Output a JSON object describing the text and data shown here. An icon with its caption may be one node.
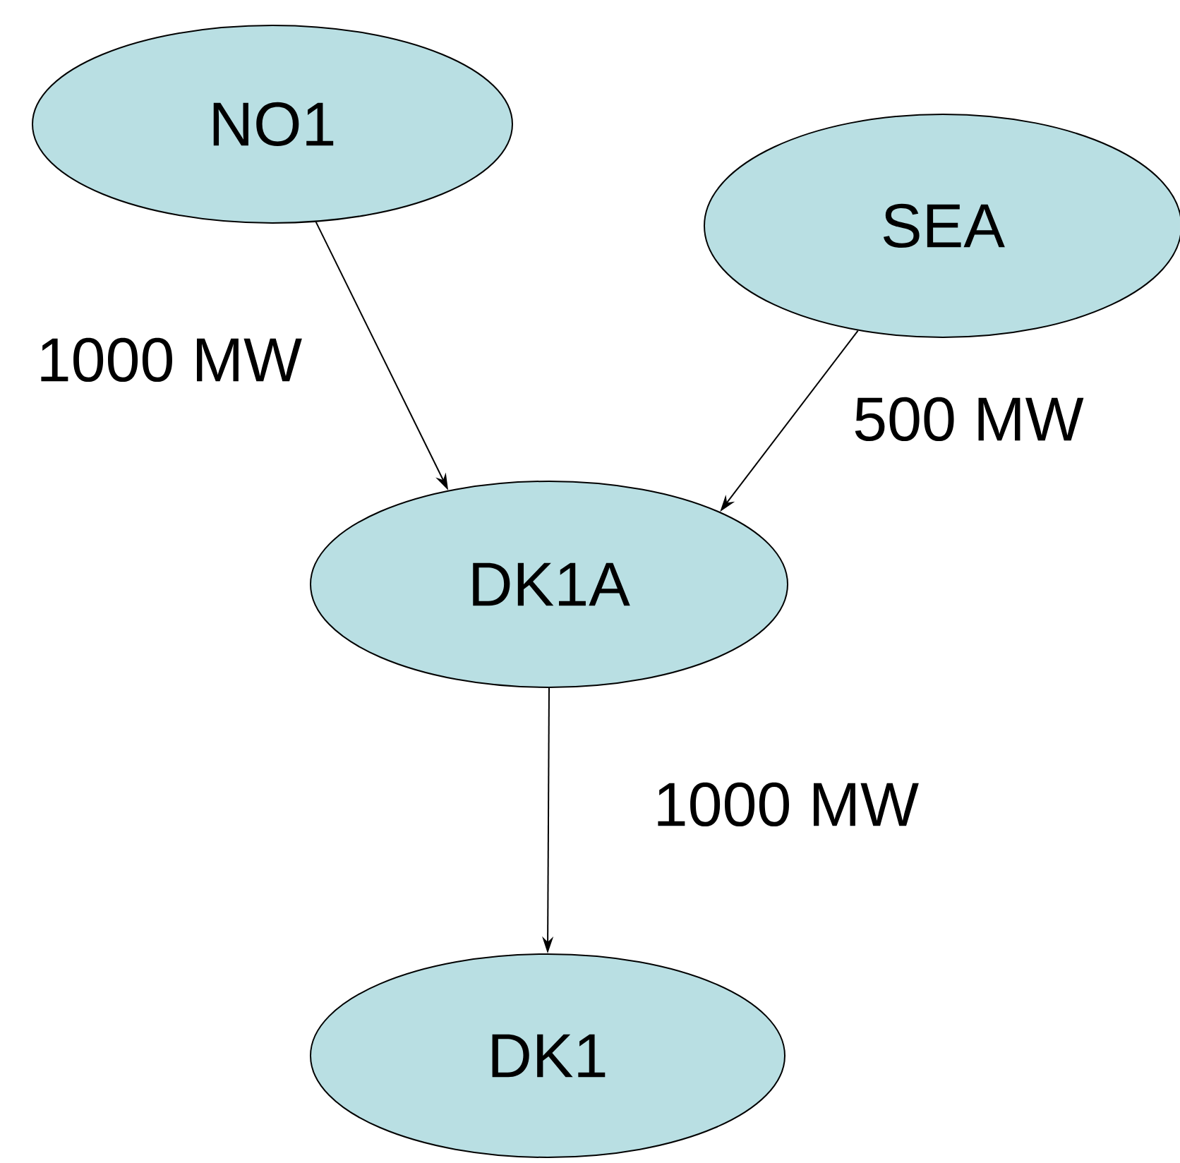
{
  "diagram": {
    "nodes": [
      {
        "text": [
          "NO1"
        ]
      },
      {
        "text": [
          "SEA"
        ]
      },
      {
        "text": [
          "DK1A"
        ]
      },
      {
        "text": [
          "DK1"
        ]
      }
    ],
    "edges": [
      {
        "from": 0,
        "to": 2,
        "arrow": "to",
        "label": "1000 MW"
      },
      {
        "from": 1,
        "to": 2,
        "arrow": "to",
        "label": "500 MW"
      },
      {
        "from": 2,
        "to": 3,
        "arrow": "to",
        "label": "1000 MW"
      }
    ]
  }
}
